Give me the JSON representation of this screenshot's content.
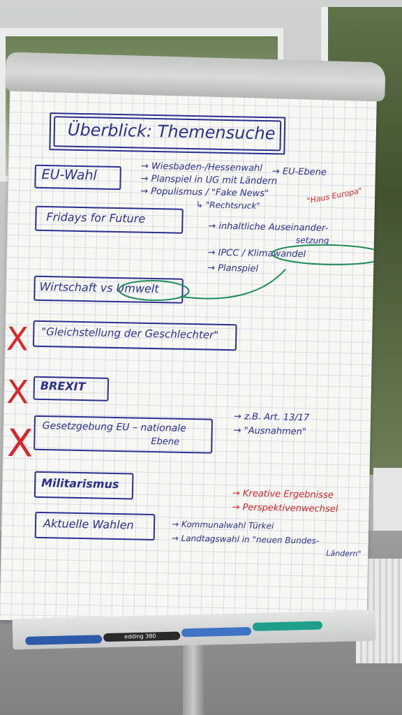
{
  "board": {
    "title": "Überblick: Themensuche",
    "topics": [
      {
        "label": "EU-Wahl",
        "crossed": false
      },
      {
        "label": "Fridays for Future",
        "crossed": false
      },
      {
        "label": "Wirtschaft vs Umwelt",
        "crossed": false
      },
      {
        "label": "\"Gleichstellung der Geschlechter\"",
        "crossed": true
      },
      {
        "label": "BREXIT",
        "crossed": true
      },
      {
        "label": "Gesetzgebung EU – nationale",
        "label2": "Ebene",
        "crossed": true
      },
      {
        "label": "Militarismus",
        "crossed": false
      },
      {
        "label": "Aktuelle Wahlen",
        "crossed": false
      }
    ],
    "notes": {
      "eu_wahl": [
        "→ Wiesbaden-/Hessenwahl",
        "→ EU-Ebene",
        "→ Planspiel in UG mit Ländern",
        "→ Populismus / \"Fake News\"",
        "↳ \"Rechtsruck\"",
        "\"Haus Europa\""
      ],
      "fff": [
        "→ inhaltliche Auseinander-",
        "setzung",
        "→ IPCC / Klimawandel",
        "→ Planspiel"
      ],
      "gesetz": [
        "→ z.B. Art. 13/17",
        "→ \"Ausnahmen\""
      ],
      "red_goals": [
        "→ Kreative Ergebnisse",
        "→ Perspektivenwechsel"
      ],
      "wahlen": [
        "→ Kommunalwahl Türkei",
        "→ Landtagswahl in \"neuen Bundes-",
        "Ländern\""
      ]
    },
    "cross_mark": "X",
    "marker_label": "edding 380"
  },
  "colors": {
    "ink_blue": "#2b2f8f",
    "ink_red": "#d7262c",
    "ink_green": "#1f8a5a"
  }
}
